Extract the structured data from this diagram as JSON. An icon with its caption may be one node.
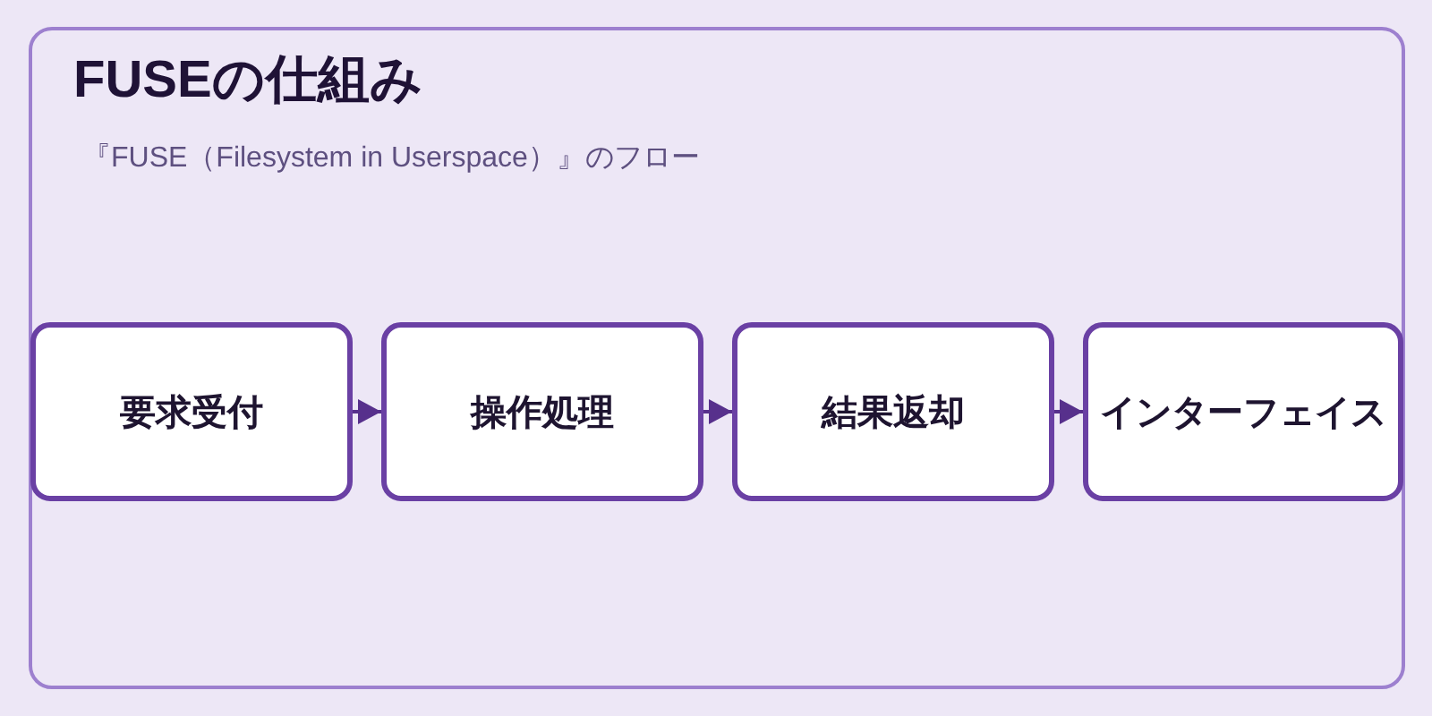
{
  "diagram": {
    "title": "FUSEの仕組み",
    "nodes": [
      {
        "text": [
          "要求受付"
        ]
      },
      {
        "text": [
          "操作処理"
        ]
      },
      {
        "text": [
          "結果返却"
        ]
      },
      {
        "text": [
          "インターフェイス"
        ]
      }
    ],
    "edges": [
      {
        "from": 0,
        "to": 1,
        "arrow": "to"
      },
      {
        "from": 1,
        "to": 2,
        "arrow": "to"
      },
      {
        "from": 2,
        "to": 3,
        "arrow": "to"
      }
    ],
    "labels": [
      "『FUSE（Filesystem in Userspace）』のフロー"
    ]
  }
}
